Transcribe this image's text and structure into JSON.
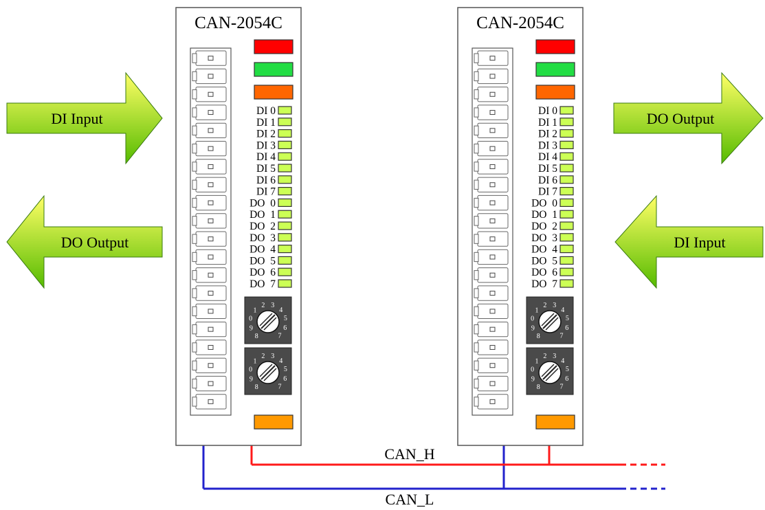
{
  "colors": {
    "power_led": "#ff0000",
    "run_led": "#22dd44",
    "error_led": "#ff6600",
    "bottom_led": "#ff9900",
    "io_led": "#ccff55",
    "can_h": "#ff1a1a",
    "can_l": "#2222cc",
    "arrow_light": "#ffff66",
    "arrow_dark": "#55bb00",
    "switch_body": "#4a4a4a"
  },
  "modules": [
    {
      "title": "CAN-2054C",
      "di_labels": [
        "DI 0",
        "DI 1",
        "DI 2",
        "DI 3",
        "DI 4",
        "DI 5",
        "DI 6",
        "DI 7"
      ],
      "do_labels": [
        "DO  0",
        "DO  1",
        "DO  2",
        "DO  3",
        "DO  4",
        "DO  5",
        "DO  6",
        "DO  7"
      ],
      "terminal_count": 20,
      "rotary_switches": [
        {
          "digits": [
            "8",
            "9",
            "0",
            "1",
            "2",
            "3",
            "4",
            "5",
            "6",
            "7"
          ]
        },
        {
          "digits": [
            "8",
            "9",
            "0",
            "1",
            "2",
            "3",
            "4",
            "5",
            "6",
            "7"
          ]
        }
      ]
    },
    {
      "title": "CAN-2054C",
      "di_labels": [
        "DI 0",
        "DI 1",
        "DI 2",
        "DI 3",
        "DI 4",
        "DI 5",
        "DI 6",
        "DI 7"
      ],
      "do_labels": [
        "DO  0",
        "DO  1",
        "DO  2",
        "DO  3",
        "DO  4",
        "DO  5",
        "DO  6",
        "DO  7"
      ],
      "terminal_count": 20,
      "rotary_switches": [
        {
          "digits": [
            "8",
            "9",
            "0",
            "1",
            "2",
            "3",
            "4",
            "5",
            "6",
            "7"
          ]
        },
        {
          "digits": [
            "8",
            "9",
            "0",
            "1",
            "2",
            "3",
            "4",
            "5",
            "6",
            "7"
          ]
        }
      ]
    }
  ],
  "arrows": [
    {
      "label": "DI Input",
      "direction": "right"
    },
    {
      "label": "DO Output",
      "direction": "left"
    },
    {
      "label": "DO Output",
      "direction": "right"
    },
    {
      "label": "DI Input",
      "direction": "left"
    }
  ],
  "bus": {
    "can_h_label": "CAN_H",
    "can_l_label": "CAN_L"
  }
}
